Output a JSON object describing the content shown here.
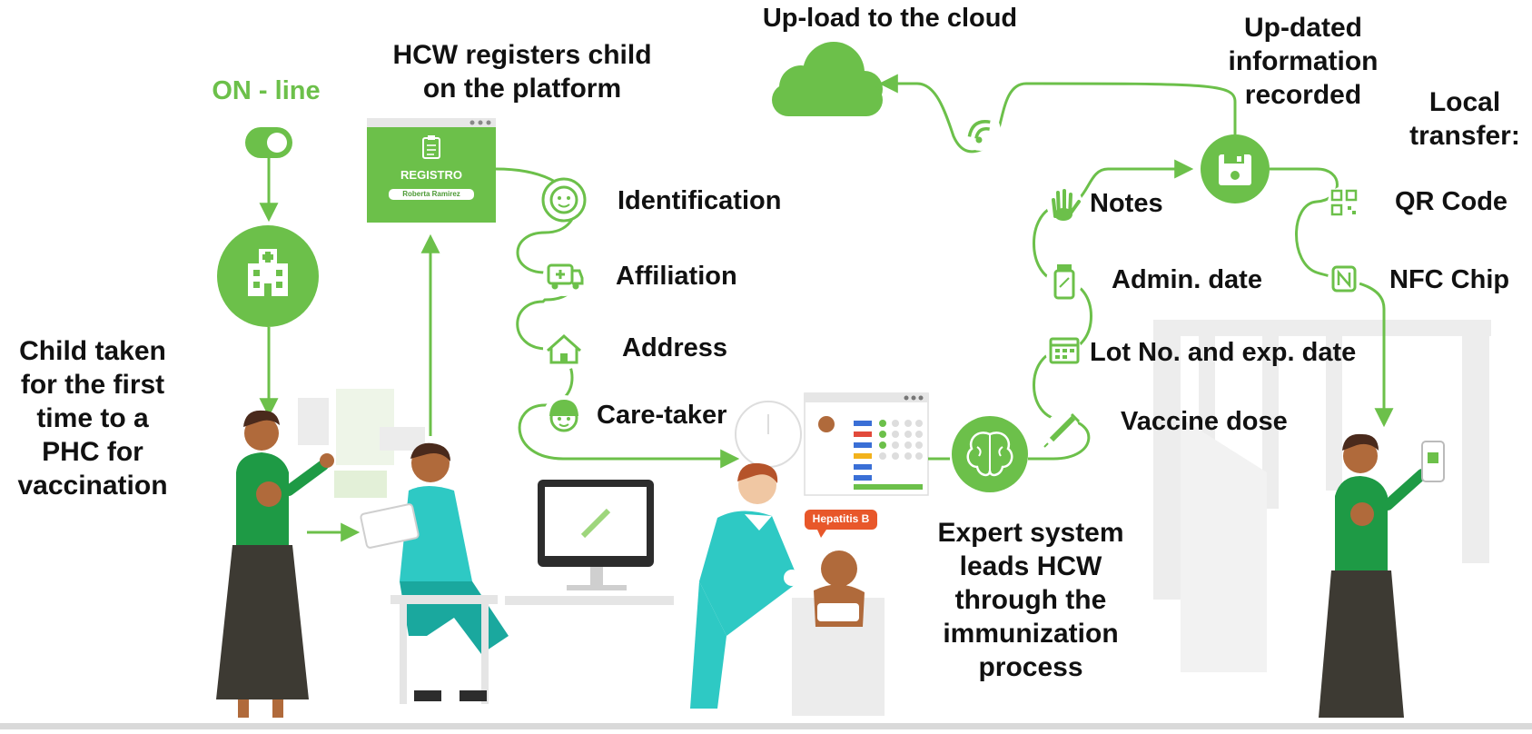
{
  "colors": {
    "green": "#6cc04a",
    "dark_green": "#4c9a35",
    "teal": "#2ec9c4",
    "skin": "#b06a3b",
    "skirt": "#3d3a33",
    "text": "#111111"
  },
  "online_label": "ON - line",
  "child_taken": [
    "Child taken",
    "for the first",
    "time to a",
    "PHC for",
    "vaccination"
  ],
  "hcw_registers": [
    "HCW registers child",
    "on the platform"
  ],
  "registro_card": {
    "title": "REGISTRO",
    "name": "Roberta Ramirez"
  },
  "upload_cloud": "Up-load to the cloud",
  "updated_info": [
    "Up-dated",
    "information",
    "recorded"
  ],
  "local_transfer": [
    "Local",
    "transfer:"
  ],
  "registration_fields": [
    "Identification",
    "Affiliation",
    "Address",
    "Care-taker"
  ],
  "vaccine_fields": [
    "Notes",
    "Admin. date",
    "Lot No. and exp. date",
    "Vaccine dose"
  ],
  "transfer_methods": [
    "QR Code",
    "NFC Chip"
  ],
  "expert_system": [
    "Expert system",
    "leads HCW",
    "through the",
    "immunization",
    "process"
  ],
  "hepatitis_badge": "Hepatitis B",
  "icons": [
    "toggle-icon",
    "hospital-icon",
    "clipboard-icon",
    "baby-face-icon",
    "ambulance-icon",
    "house-icon",
    "caretaker-face-icon",
    "cloud-icon",
    "wifi-icon",
    "floppy-disk-icon",
    "hand-icon",
    "vial-icon",
    "calendar-icon",
    "syringe-icon",
    "qr-code-icon",
    "nfc-icon",
    "brain-icon",
    "mobile-phone-icon",
    "monitor-icon",
    "tablet-icon"
  ]
}
